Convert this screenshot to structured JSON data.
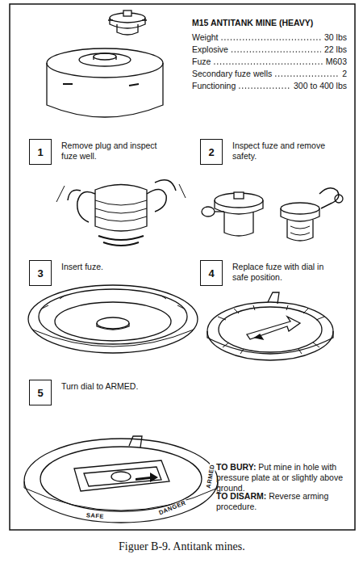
{
  "diagram": {
    "title": "M15 ANTITANK MINE (HEAVY)",
    "caption": "Figuer B-9. Antitank mines.",
    "nodes": [
      {
        "text": [
          "1"
        ]
      },
      {
        "text": [
          "2"
        ]
      },
      {
        "text": [
          "3"
        ]
      },
      {
        "text": [
          "4"
        ]
      },
      {
        "text": [
          "5"
        ]
      }
    ],
    "labels": [
      "Weight",
      "30 lbs",
      "Explosive",
      "22 lbs",
      "Fuze",
      "M603",
      "Secondary fuze wells",
      "2",
      "Functioning",
      "300 to 400 lbs",
      "Remove plug and inspect fuze well.",
      "Inspect fuze and remove safety.",
      "Insert fuze.",
      "Replace fuze with dial in safe position.",
      "Turn dial to ARMED.",
      "ARMED",
      "DANGER",
      "SAFE",
      "TO BURY:",
      "Put mine in hole with pressure plate at or slightly above ground.",
      "TO DISARM:",
      "Reverse arming procedure."
    ]
  }
}
